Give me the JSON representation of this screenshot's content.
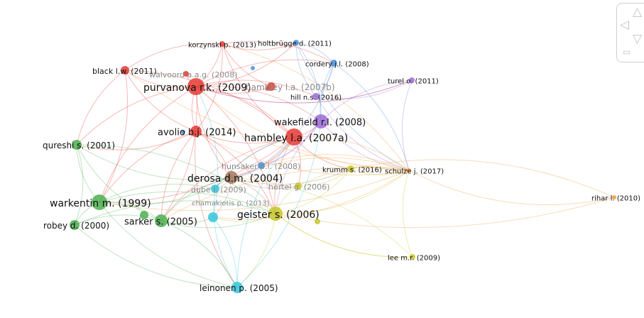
{
  "network": {
    "colors": {
      "red": "#e53935",
      "green": "#4caf50",
      "blue": "#4a90d9",
      "purple": "#9c6ad6",
      "yellow": "#c6c62a",
      "cyan": "#35c6dc",
      "brown": "#a0785a",
      "orange": "#f39c3a"
    },
    "nodes": [
      {
        "id": "purvanova",
        "label": "purvanova r.k. (2009)",
        "cluster": "red"
      },
      {
        "id": "hambley",
        "label": "hambley l.a. (2007a)",
        "cluster": "red"
      },
      {
        "id": "avolio",
        "label": "avolio b.j. (2014)",
        "cluster": "red"
      },
      {
        "id": "black",
        "label": "black l.w. (2011)",
        "cluster": "red"
      },
      {
        "id": "korzynski",
        "label": "korzynski p. (2013)",
        "cluster": "red"
      },
      {
        "id": "walvoord",
        "label": "walvoord a.a.g. (2008)",
        "cluster": "red",
        "faded": true
      },
      {
        "id": "hambley2",
        "label": "hambley l.a. (2007b)",
        "cluster": "red",
        "faded": true
      },
      {
        "id": "wakefield",
        "label": "wakefield r.l. (2008)",
        "cluster": "purple"
      },
      {
        "id": "hill",
        "label": "hill n.s. (2016)",
        "cluster": "purple"
      },
      {
        "id": "turel",
        "label": "turel o. (2011)",
        "cluster": "purple"
      },
      {
        "id": "holtbrugge",
        "label": "holtbrügge d. (2011)",
        "cluster": "blue"
      },
      {
        "id": "cordery",
        "label": "cordery j.l. (2008)",
        "cluster": "blue"
      },
      {
        "id": "hunsaker",
        "label": "hunsaker p.l. (2008)",
        "cluster": "blue",
        "faded": true
      },
      {
        "id": "warkentin",
        "label": "warkentin m. (1999)",
        "cluster": "green"
      },
      {
        "id": "qureshi",
        "label": "qureshi s. (2001)",
        "cluster": "green"
      },
      {
        "id": "sarker",
        "label": "sarker s. (2005)",
        "cluster": "green"
      },
      {
        "id": "robey",
        "label": "robey d. (2000)",
        "cluster": "green"
      },
      {
        "id": "derosa",
        "label": "derosa d.m. (2004)",
        "cluster": "brown"
      },
      {
        "id": "geister",
        "label": "geister s. (2006)",
        "cluster": "yellow"
      },
      {
        "id": "krumm",
        "label": "krumm s. (2016)",
        "cluster": "yellow"
      },
      {
        "id": "hertel",
        "label": "hertel g. (2006)",
        "cluster": "yellow",
        "faded": true
      },
      {
        "id": "lee",
        "label": "lee m.r. (2009)",
        "cluster": "yellow"
      },
      {
        "id": "dube",
        "label": "dube l. (2009)",
        "cluster": "cyan",
        "faded": true
      },
      {
        "id": "chamakiotis",
        "label": "chamakiotis p. (2013)",
        "cluster": "cyan",
        "faded": true
      },
      {
        "id": "leinonen",
        "label": "leinonen p. (2005)",
        "cluster": "cyan"
      },
      {
        "id": "schulze",
        "label": "schulze j. (2017)",
        "cluster": "orange"
      },
      {
        "id": "rihar",
        "label": "rihar l. (2010)",
        "cluster": "orange"
      }
    ]
  },
  "nav": {
    "up": "△",
    "left": "◁",
    "down": "▽",
    "zoom": "▭"
  }
}
